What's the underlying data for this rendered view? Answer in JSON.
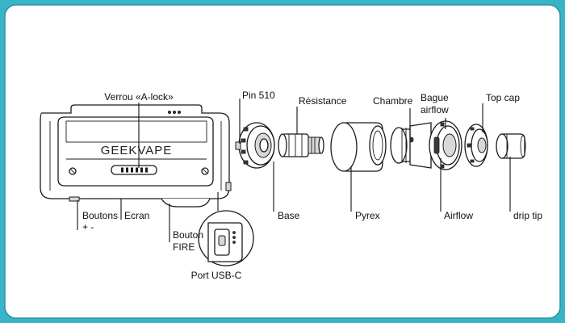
{
  "labels": {
    "lock": "Verrou «A-lock»",
    "pin510": "Pin 510",
    "resistance": "Résistance",
    "chambre": "Chambre",
    "bague_line1": "Bague",
    "bague_line2": "airflow",
    "topcap": "Top cap",
    "boutons_line1": "Boutons",
    "boutons_line2": "+ -",
    "ecran": "Ecran",
    "fire_line1": "Bouton",
    "fire_line2": "FIRE",
    "usbc": "Port USB-C",
    "base": "Base",
    "pyrex": "Pyrex",
    "airflow": "Airflow",
    "driptip": "drip tip"
  },
  "brand": "GEEKVAPE",
  "colors": {
    "background": "#39b3c8",
    "panel": "#ffffff",
    "ink": "#111111"
  }
}
